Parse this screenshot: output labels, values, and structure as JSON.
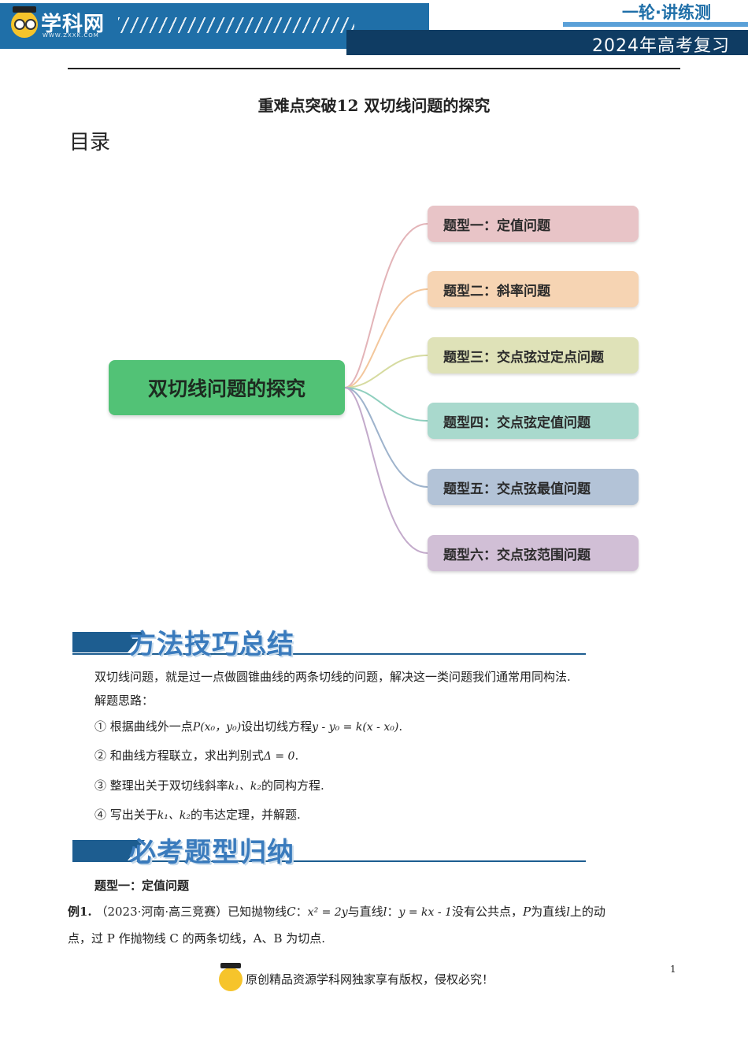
{
  "header": {
    "logo_text": "学科网",
    "logo_sub": "WWW.ZXXK.COM",
    "series": "一轮·讲练测",
    "year_label": "2024年高考复习"
  },
  "document": {
    "title": "重难点突破12 双切线问题的探究",
    "toc_label": "目录"
  },
  "mindmap": {
    "root": "双切线问题的探究",
    "nodes": [
      {
        "label": "题型一：定值问题",
        "color": "#e8c4c7"
      },
      {
        "label": "题型二：斜率问题",
        "color": "#f6d4b3"
      },
      {
        "label": "题型三：交点弦过定点问题",
        "color": "#dfe2b8"
      },
      {
        "label": "题型四：交点弦定值问题",
        "color": "#a9d9cd"
      },
      {
        "label": "题型五：交点弦最值问题",
        "color": "#b3c3d7"
      },
      {
        "label": "题型六：交点弦范围问题",
        "color": "#d1bfd6"
      }
    ]
  },
  "section1": {
    "heading": "方法技巧总结",
    "intro": "双切线问题，就是过一点做圆锥曲线的两条切线的问题，解决这一类问题我们通常用同构法.",
    "steps_label": "解题思路：",
    "step1_a": "① 根据曲线外一点",
    "step1_point": "P(x₀，y₀)",
    "step1_b": "设出切线方程",
    "step1_eq": "y - y₀ = k(x - x₀)",
    "step1_end": ".",
    "step2_a": "② 和曲线方程联立，求出判别式",
    "step2_eq": "Δ = 0",
    "step2_end": ".",
    "step3_a": "③ 整理出关于双切线斜率",
    "step3_vars": "k₁、k₂",
    "step3_b": "的同构方程.",
    "step4_a": "④ 写出关于",
    "step4_vars": "k₁、k₂",
    "step4_b": "的韦达定理，并解题."
  },
  "section2": {
    "heading": "必考题型归纳",
    "type_label": "题型一：定值问题",
    "example_label": "例1.",
    "example_src": "（2023·河南·高三竞赛）已知抛物线",
    "curve": "C",
    "colon": "：",
    "curve_eq": "x² = 2y",
    "line_text": "与直线",
    "line_name": "l",
    "line_eq": "y = kx - 1",
    "rest1": "没有公共点，",
    "p_name": "P",
    "rest2": "为直线",
    "rest3": "上的动",
    "line2": "点，过 P 作抛物线 C 的两条切线，A、B 为切点."
  },
  "footer": {
    "text": "原创精品资源学科网独家享有版权，侵权必究！",
    "page": "1"
  }
}
